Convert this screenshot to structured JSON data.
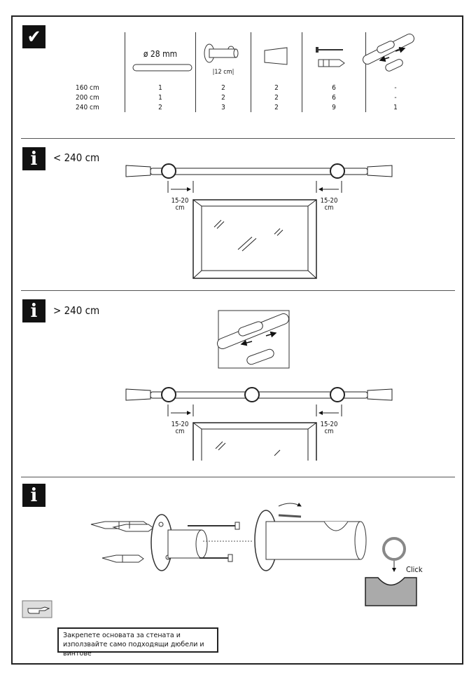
{
  "section1": {
    "badge": "✔",
    "diameter_label": "ø 28 mm",
    "bracket_depth_label": "12 cm",
    "rows": [
      {
        "length": "160 cm",
        "rods": "1",
        "brackets": "2",
        "finials": "2",
        "screws": "6",
        "connectors": "-"
      },
      {
        "length": "200 cm",
        "rods": "1",
        "brackets": "2",
        "finials": "2",
        "screws": "6",
        "connectors": "-"
      },
      {
        "length": "240 cm",
        "rods": "2",
        "brackets": "3",
        "finials": "2",
        "screws": "9",
        "connectors": "1"
      }
    ]
  },
  "section2": {
    "badge": "i",
    "range": "< 240 cm",
    "gap_left": "15-20\ncm",
    "gap_right": "15-20\ncm"
  },
  "section3": {
    "badge": "i",
    "range": "> 240 cm",
    "gap_left": "15-20\ncm",
    "gap_right": "15-20\ncm"
  },
  "section4": {
    "badge": "i",
    "click_label": "Click",
    "note": "Закрепете основата за стената и използвайте само подходящи дюбели и винтове"
  }
}
